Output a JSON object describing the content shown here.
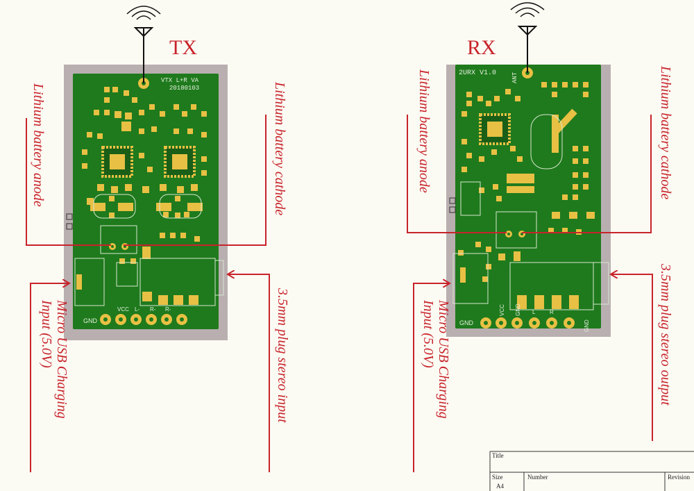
{
  "tx": {
    "title": "TX",
    "board_text": "VTX L+R VA",
    "board_date": "20180103",
    "pins": [
      "GND",
      "VCC",
      "L-",
      "R-",
      "R-"
    ],
    "labels": {
      "anode": "Lithium battery anode",
      "cathode": "Lithium battery cathode",
      "usb": "Micro USB Charging\nInput (5.0V)",
      "plug": "3.5mm plug stereo input"
    }
  },
  "rx": {
    "title": "RX",
    "board_text": "2URX V1.0",
    "ant_text": "ANT",
    "pins": [
      "GND",
      "VCC",
      "GND",
      "L",
      "R",
      "GND"
    ],
    "labels": {
      "anode": "Lithium battery anode",
      "cathode": "Lithium battery cathode",
      "usb": "Micro USB Charging\nInput (5.0V)",
      "plug": "3.5mm plug stereo output"
    }
  },
  "title_block": {
    "title_label": "Title",
    "size_label": "Size",
    "size_value": "A4",
    "number_label": "Number",
    "revision_label": "Revision"
  },
  "colors": {
    "pcb": "#1e7a1c",
    "pad": "#e8c043",
    "border": "#b9aeb0",
    "annotation": "#c8232b"
  }
}
